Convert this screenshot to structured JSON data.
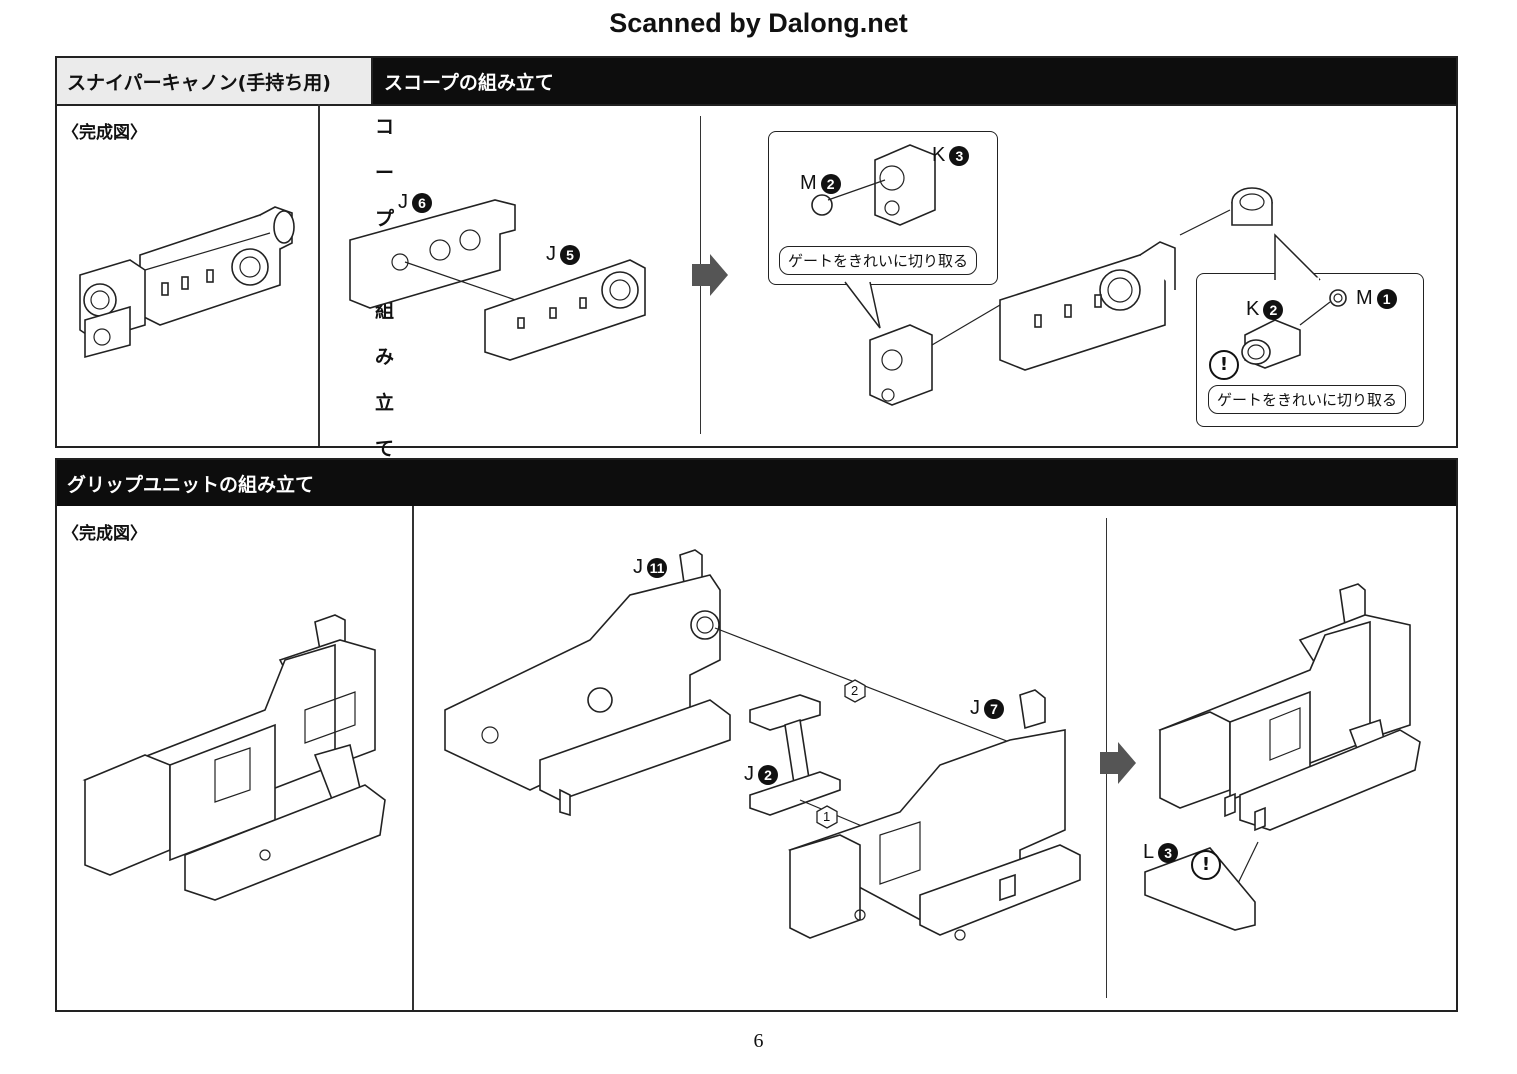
{
  "watermark": "Scanned by Dalong.net",
  "top_panel": {
    "header_left": "スナイパーキャノン(手持ち用)",
    "header_right": "スコープの組み立て",
    "complete_label": "〈完成図〉",
    "parts": {
      "j6": {
        "letter": "J",
        "num": "6"
      },
      "j5": {
        "letter": "J",
        "num": "5"
      },
      "m2": {
        "letter": "M",
        "num": "2"
      },
      "k3": {
        "letter": "K",
        "num": "3"
      },
      "k2": {
        "letter": "K",
        "num": "2"
      },
      "m1": {
        "letter": "M",
        "num": "1"
      }
    },
    "gate_note": "ゲートをきれいに切り取る"
  },
  "bottom_panel": {
    "header": "グリップユニットの組み立て",
    "complete_label": "〈完成図〉",
    "parts": {
      "j11": {
        "letter": "J",
        "num": "11"
      },
      "j7": {
        "letter": "J",
        "num": "7"
      },
      "j2": {
        "letter": "J",
        "num": "2"
      },
      "l3": {
        "letter": "L",
        "num": "3"
      }
    },
    "steps": [
      "2",
      "1"
    ]
  },
  "warning_symbol": "!",
  "page_number": "6"
}
